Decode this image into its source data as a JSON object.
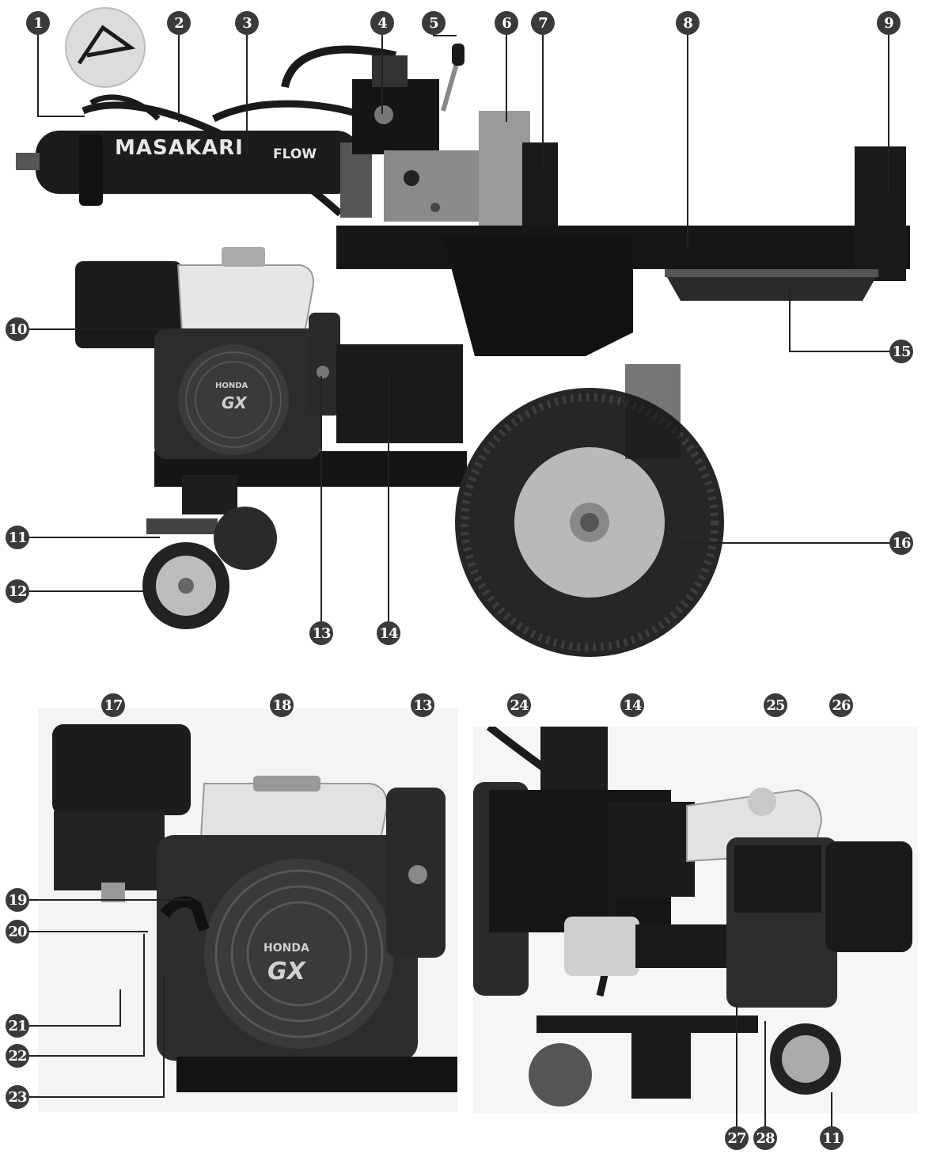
{
  "callouts": {
    "c1": "1",
    "c2": "2",
    "c3": "3",
    "c4": "4",
    "c5": "5",
    "c6": "6",
    "c7": "7",
    "c8": "8",
    "c9": "9",
    "c10": "10",
    "c11": "11",
    "c12": "12",
    "c13": "13",
    "c14": "14",
    "c15": "15",
    "c16": "16",
    "c17": "17",
    "c18": "18",
    "c19": "19",
    "c20": "20",
    "c21": "21",
    "c22": "22",
    "c23": "23",
    "c24": "24",
    "c25": "25",
    "c26": "26",
    "c27": "27",
    "c28": "28"
  },
  "machine_text": {
    "brand": "MASAKARI",
    "flow_badge": "FLOW",
    "engine_maker": "HONDA",
    "engine_model": "GX"
  },
  "colors": {
    "callout_fill": "#3a3a3a",
    "machine_body": "#1a1a1a",
    "tank_white": "#e8e8e8",
    "plate_grey": "#8a8a8a",
    "tire": "#2a2a2a"
  }
}
